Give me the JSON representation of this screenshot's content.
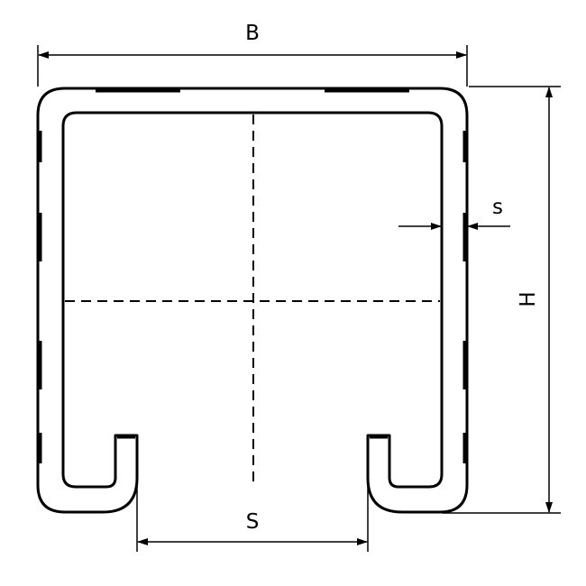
{
  "dimensions": {
    "width_label": "B",
    "height_label": "H",
    "thickness_label": "s",
    "slot_label": "S"
  },
  "colors": {
    "line": "#000000",
    "background": "#ffffff"
  }
}
